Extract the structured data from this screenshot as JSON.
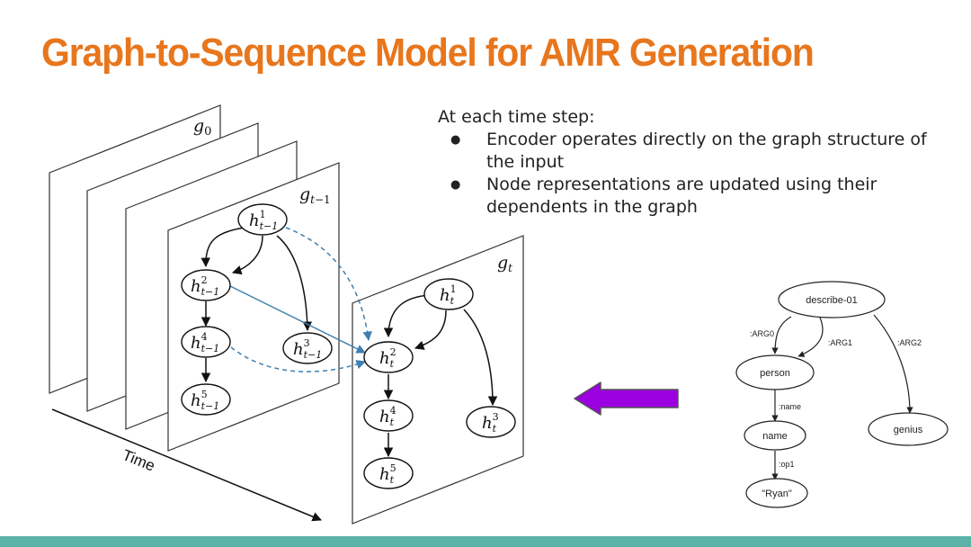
{
  "slide": {
    "title": "Graph-to-Sequence Model for AMR Generation",
    "intro": "At each time step:",
    "bullets": [
      "Encoder operates directly on the graph structure of the input",
      "Node representations are updated using their dependents in the graph"
    ]
  },
  "stack_diagram": {
    "axis_label": "Time",
    "frame_labels": {
      "g0": "g0",
      "gt_minus_1": "gt−1",
      "gt": "gt"
    },
    "prev_nodes": {
      "n1": {
        "base": "h",
        "sup": "1",
        "sub": "t−1"
      },
      "n2": {
        "base": "h",
        "sup": "2",
        "sub": "t−1"
      },
      "n3": {
        "base": "h",
        "sup": "3",
        "sub": "t−1"
      },
      "n4": {
        "base": "h",
        "sup": "4",
        "sub": "t−1"
      },
      "n5": {
        "base": "h",
        "sup": "5",
        "sub": "t−1"
      }
    },
    "curr_nodes": {
      "n1": {
        "base": "h",
        "sup": "1",
        "sub": "t"
      },
      "n2": {
        "base": "h",
        "sup": "2",
        "sub": "t"
      },
      "n3": {
        "base": "h",
        "sup": "3",
        "sub": "t"
      },
      "n4": {
        "base": "h",
        "sup": "4",
        "sub": "t"
      },
      "n5": {
        "base": "h",
        "sup": "5",
        "sub": "t"
      }
    },
    "edge_color": "#111111",
    "update_edge_color": "#3f7fb0"
  },
  "amr_graph": {
    "nodes": {
      "describe": "describe-01",
      "person": "person",
      "genius": "genius",
      "name": "name",
      "ryan": "\"Ryan\""
    },
    "edges": {
      "arg0": ":ARG0",
      "arg1": ":ARG1",
      "arg2": ":ARG2",
      "name": ":name",
      "op1": ":op1"
    }
  },
  "arrow_color": "#9b00e0",
  "title_color": "#e8761c",
  "footer_color": "#5ab3a6"
}
